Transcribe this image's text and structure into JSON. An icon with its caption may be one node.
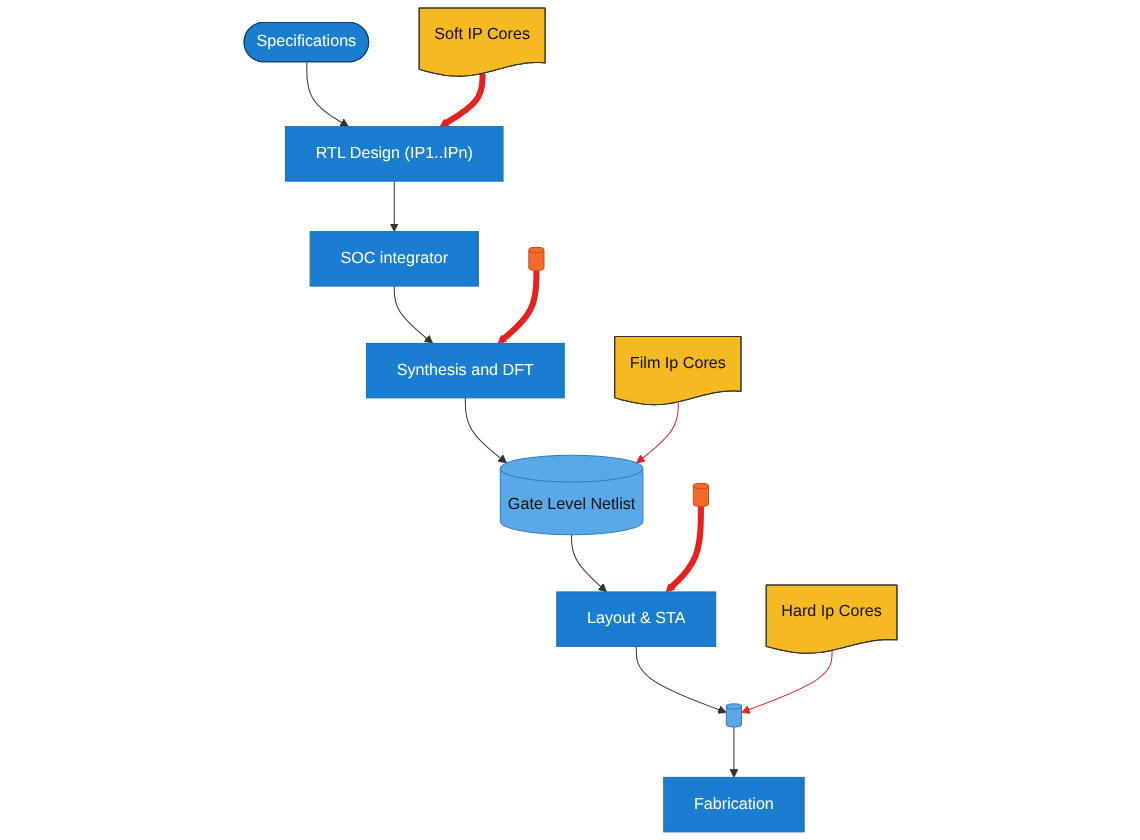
{
  "diagram": {
    "nodes": [
      {
        "text": [
          "Specifications"
        ]
      },
      {
        "text": [
          "RTL Design (IP1..IPn)"
        ]
      },
      {
        "text": [
          "SOC integrator"
        ]
      },
      {
        "text": [
          "Synthesis and DFT"
        ]
      },
      {
        "text": [
          "Gate Level Netlist"
        ]
      },
      {
        "text": [
          "Layout & STA"
        ]
      },
      {
        "text": [],
        "shape": "cylinder"
      },
      {
        "text": [
          "Fabrication"
        ]
      },
      {
        "text": [
          "Soft IP Cores"
        ]
      },
      {
        "text": [
          "Film Ip Cores"
        ]
      },
      {
        "text": [
          "Hard Ip Cores"
        ]
      },
      {
        "text": [],
        "shape": "cylinder"
      },
      {
        "text": [],
        "shape": "cylinder"
      }
    ],
    "edges": [
      {
        "from": 0,
        "to": 1,
        "arrow": "to"
      },
      {
        "from": 1,
        "to": 2,
        "arrow": "to"
      },
      {
        "from": 2,
        "to": 3,
        "arrow": "to"
      },
      {
        "from": 3,
        "to": 4,
        "arrow": "to"
      },
      {
        "from": 4,
        "to": 5,
        "arrow": "to"
      },
      {
        "from": 5,
        "to": 6,
        "arrow": "to"
      },
      {
        "from": 6,
        "to": 7,
        "arrow": "to"
      },
      {
        "from": 8,
        "to": 1,
        "arrow": "to",
        "style": "thick",
        "color": "#e8201e"
      },
      {
        "from": 11,
        "to": 3,
        "arrow": "to",
        "style": "thick",
        "color": "#e8201e"
      },
      {
        "from": 9,
        "to": 4,
        "arrow": "to",
        "color": "#e8201e"
      },
      {
        "from": 12,
        "to": 5,
        "arrow": "to",
        "style": "thick",
        "color": "#e8201e"
      },
      {
        "from": 10,
        "to": 6,
        "arrow": "to",
        "color": "#e8201e"
      }
    ]
  }
}
